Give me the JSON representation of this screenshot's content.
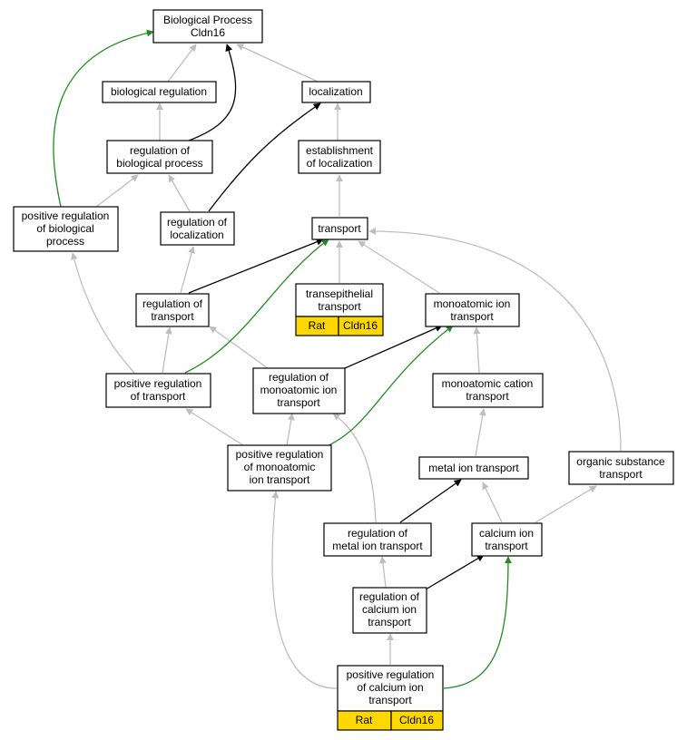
{
  "colors": {
    "is_a": "#bebebe",
    "regulates": "#000000",
    "positively_regulates": "#228b22",
    "annotation_fill": "#FFD700"
  },
  "nodes": {
    "biological_process": {
      "lines": [
        "Biological Process",
        "Cldn16"
      ]
    },
    "biological_regulation": {
      "lines": [
        "biological regulation"
      ]
    },
    "localization": {
      "lines": [
        "localization"
      ]
    },
    "regulation_of_biological_process": {
      "lines": [
        "regulation of",
        "biological process"
      ]
    },
    "establishment_of_localization": {
      "lines": [
        "establishment",
        "of localization"
      ]
    },
    "positive_regulation_of_biological_process": {
      "lines": [
        "positive regulation",
        "of biological",
        "process"
      ]
    },
    "regulation_of_localization": {
      "lines": [
        "regulation of",
        "localization"
      ]
    },
    "transport": {
      "lines": [
        "transport"
      ]
    },
    "transepithelial_transport": {
      "lines": [
        "transepithelial",
        "transport"
      ],
      "annotation": [
        "Rat",
        "Cldn16"
      ]
    },
    "regulation_of_transport": {
      "lines": [
        "regulation of",
        "transport"
      ]
    },
    "monoatomic_ion_transport": {
      "lines": [
        "monoatomic ion",
        "transport"
      ]
    },
    "positive_regulation_of_transport": {
      "lines": [
        "positive regulation",
        "of transport"
      ]
    },
    "regulation_of_monoatomic_ion_transport": {
      "lines": [
        "regulation of",
        "monoatomic ion",
        "transport"
      ]
    },
    "monoatomic_cation_transport": {
      "lines": [
        "monoatomic cation",
        "transport"
      ]
    },
    "positive_regulation_of_monoatomic_ion_transport": {
      "lines": [
        "positive regulation",
        "of monoatomic",
        "ion transport"
      ]
    },
    "metal_ion_transport": {
      "lines": [
        "metal ion transport"
      ]
    },
    "organic_substance_transport": {
      "lines": [
        "organic substance",
        "transport"
      ]
    },
    "regulation_of_metal_ion_transport": {
      "lines": [
        "regulation of",
        "metal ion transport"
      ]
    },
    "calcium_ion_transport": {
      "lines": [
        "calcium ion",
        "transport"
      ]
    },
    "regulation_of_calcium_ion_transport": {
      "lines": [
        "regulation of",
        "calcium ion",
        "transport"
      ]
    },
    "positive_regulation_of_calcium_ion_transport": {
      "lines": [
        "positive regulation",
        "of calcium ion",
        "transport"
      ],
      "annotation": [
        "Rat",
        "Cldn16"
      ]
    }
  },
  "edges": [
    {
      "from": "biological_regulation",
      "to": "biological_process",
      "type": "is_a"
    },
    {
      "from": "localization",
      "to": "biological_process",
      "type": "is_a"
    },
    {
      "from": "regulation_of_biological_process",
      "to": "biological_process",
      "type": "regulates"
    },
    {
      "from": "regulation_of_biological_process",
      "to": "biological_regulation",
      "type": "is_a"
    },
    {
      "from": "positive_regulation_of_biological_process",
      "to": "biological_process",
      "type": "positively_regulates"
    },
    {
      "from": "positive_regulation_of_biological_process",
      "to": "regulation_of_biological_process",
      "type": "is_a"
    },
    {
      "from": "establishment_of_localization",
      "to": "localization",
      "type": "is_a"
    },
    {
      "from": "regulation_of_localization",
      "to": "localization",
      "type": "regulates"
    },
    {
      "from": "regulation_of_localization",
      "to": "regulation_of_biological_process",
      "type": "is_a"
    },
    {
      "from": "transport",
      "to": "establishment_of_localization",
      "type": "is_a"
    },
    {
      "from": "transepithelial_transport",
      "to": "transport",
      "type": "is_a"
    },
    {
      "from": "regulation_of_transport",
      "to": "transport",
      "type": "regulates"
    },
    {
      "from": "regulation_of_transport",
      "to": "regulation_of_localization",
      "type": "is_a"
    },
    {
      "from": "monoatomic_ion_transport",
      "to": "transport",
      "type": "is_a"
    },
    {
      "from": "organic_substance_transport",
      "to": "transport",
      "type": "is_a"
    },
    {
      "from": "positive_regulation_of_transport",
      "to": "transport",
      "type": "positively_regulates"
    },
    {
      "from": "positive_regulation_of_transport",
      "to": "regulation_of_transport",
      "type": "is_a"
    },
    {
      "from": "positive_regulation_of_transport",
      "to": "positive_regulation_of_biological_process",
      "type": "is_a"
    },
    {
      "from": "regulation_of_monoatomic_ion_transport",
      "to": "regulation_of_transport",
      "type": "is_a"
    },
    {
      "from": "regulation_of_monoatomic_ion_transport",
      "to": "monoatomic_ion_transport",
      "type": "regulates"
    },
    {
      "from": "monoatomic_cation_transport",
      "to": "monoatomic_ion_transport",
      "type": "is_a"
    },
    {
      "from": "positive_regulation_of_monoatomic_ion_transport",
      "to": "positive_regulation_of_transport",
      "type": "is_a"
    },
    {
      "from": "positive_regulation_of_monoatomic_ion_transport",
      "to": "regulation_of_monoatomic_ion_transport",
      "type": "is_a"
    },
    {
      "from": "positive_regulation_of_monoatomic_ion_transport",
      "to": "monoatomic_ion_transport",
      "type": "positively_regulates"
    },
    {
      "from": "metal_ion_transport",
      "to": "monoatomic_cation_transport",
      "type": "is_a"
    },
    {
      "from": "regulation_of_metal_ion_transport",
      "to": "regulation_of_monoatomic_ion_transport",
      "type": "is_a"
    },
    {
      "from": "regulation_of_metal_ion_transport",
      "to": "metal_ion_transport",
      "type": "regulates"
    },
    {
      "from": "calcium_ion_transport",
      "to": "metal_ion_transport",
      "type": "is_a"
    },
    {
      "from": "calcium_ion_transport",
      "to": "organic_substance_transport",
      "type": "is_a"
    },
    {
      "from": "regulation_of_calcium_ion_transport",
      "to": "regulation_of_metal_ion_transport",
      "type": "is_a"
    },
    {
      "from": "regulation_of_calcium_ion_transport",
      "to": "calcium_ion_transport",
      "type": "regulates"
    },
    {
      "from": "positive_regulation_of_calcium_ion_transport",
      "to": "regulation_of_calcium_ion_transport",
      "type": "is_a"
    },
    {
      "from": "positive_regulation_of_calcium_ion_transport",
      "to": "positive_regulation_of_monoatomic_ion_transport",
      "type": "is_a"
    },
    {
      "from": "positive_regulation_of_calcium_ion_transport",
      "to": "calcium_ion_transport",
      "type": "positively_regulates"
    }
  ]
}
